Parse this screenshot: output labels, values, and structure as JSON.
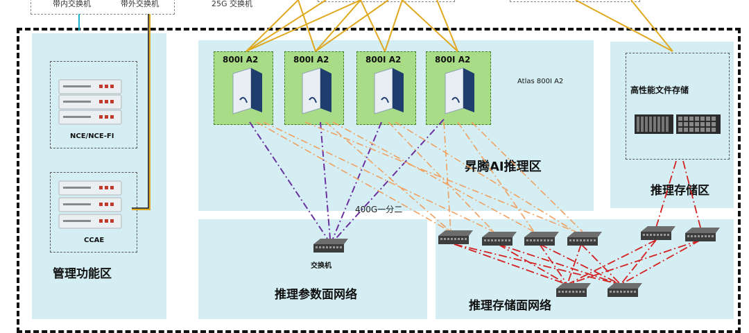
{
  "top": {
    "inband_switch": "带内交换机",
    "outband_switch": "带外交换机",
    "switch_25g": "25G 交换机"
  },
  "management": {
    "title": "管理功能区",
    "nce_label": "NCE/NCE-FI",
    "ccae_label": "CCAE"
  },
  "inference_zone": {
    "title": "昇腾AI推理区",
    "model_label": "Atlas 800I A2",
    "servers": [
      "800I A2",
      "800I A2",
      "800I A2",
      "800I A2"
    ]
  },
  "storage_zone": {
    "title": "推理存储区",
    "storage_box_label": "高性能文件存储"
  },
  "param_network": {
    "title": "推理参数面网络",
    "switch_label": "交换机",
    "link_label": "400G一分二"
  },
  "storage_network": {
    "title": "推理存储面网络"
  },
  "colors": {
    "zone_bg": "#d4eef3",
    "server_bg": "#a9dc86",
    "uplink": "#e0a81e",
    "param_link": "#6b2fa0",
    "storage_link": "#f0a060",
    "storage_net_link": "#d42020",
    "mgmt_link_inband": "#1ab3c8",
    "mgmt_link_outband": "#111111"
  }
}
